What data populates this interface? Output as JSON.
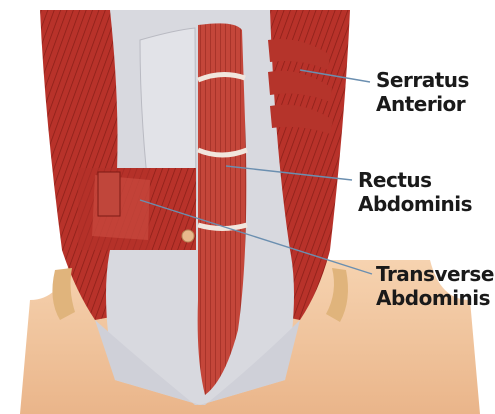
{
  "labels": {
    "serratus_anterior": {
      "line1": "Serratus",
      "line2": "Anterior"
    },
    "rectus_abdominis": {
      "line1": "Rectus",
      "line2": "Abdominis"
    },
    "transverse_abdominis": {
      "line1": "Transverse",
      "line2": "Abdominis"
    }
  },
  "colors": {
    "muscle": "#c0392b",
    "muscle_dark": "#8e1e16",
    "fascia": "#d9d9de",
    "skin": "#f2c9a1",
    "leader_line": "#6b8fb0"
  }
}
